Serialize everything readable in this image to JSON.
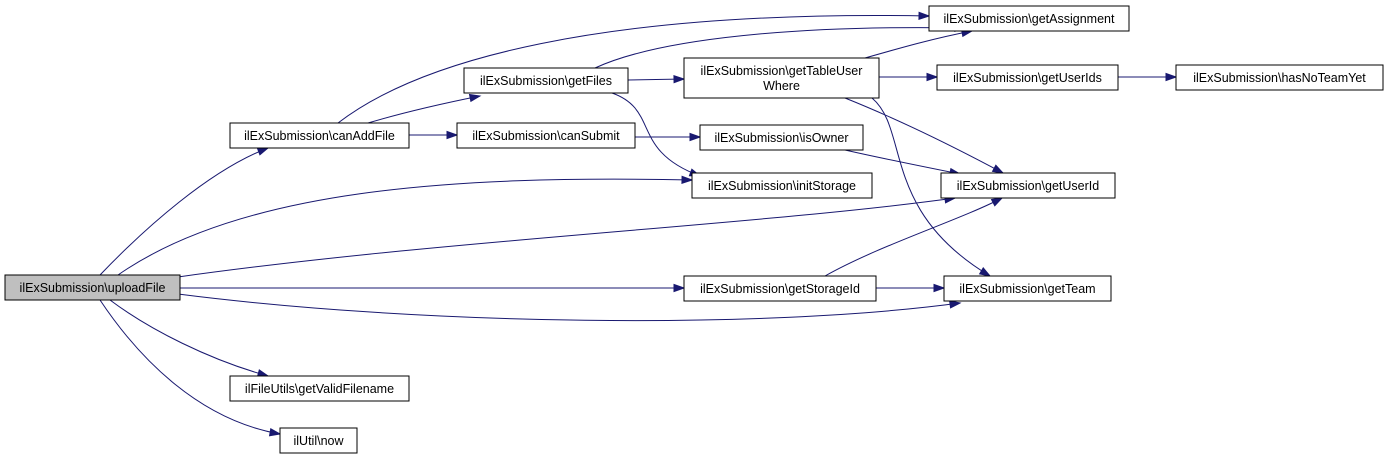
{
  "nodes": [
    {
      "id": "uploadFile",
      "lines": [
        "ilExSubmission\\uploadFile"
      ],
      "root": true
    },
    {
      "id": "canAddFile",
      "lines": [
        "ilExSubmission\\canAddFile"
      ]
    },
    {
      "id": "getFiles",
      "lines": [
        "ilExSubmission\\getFiles"
      ]
    },
    {
      "id": "canSubmit",
      "lines": [
        "ilExSubmission\\canSubmit"
      ]
    },
    {
      "id": "getTableUserWhere",
      "lines": [
        "ilExSubmission\\getTableUser",
        "Where"
      ]
    },
    {
      "id": "getAssignment",
      "lines": [
        "ilExSubmission\\getAssignment"
      ]
    },
    {
      "id": "getUserIds",
      "lines": [
        "ilExSubmission\\getUserIds"
      ]
    },
    {
      "id": "hasNoTeamYet",
      "lines": [
        "ilExSubmission\\hasNoTeamYet"
      ]
    },
    {
      "id": "isOwner",
      "lines": [
        "ilExSubmission\\isOwner"
      ]
    },
    {
      "id": "initStorage",
      "lines": [
        "ilExSubmission\\initStorage"
      ]
    },
    {
      "id": "getUserId",
      "lines": [
        "ilExSubmission\\getUserId"
      ]
    },
    {
      "id": "getStorageId",
      "lines": [
        "ilExSubmission\\getStorageId"
      ]
    },
    {
      "id": "getTeam",
      "lines": [
        "ilExSubmission\\getTeam"
      ]
    },
    {
      "id": "getValidFilename",
      "lines": [
        "ilFileUtils\\getValidFilename"
      ]
    },
    {
      "id": "now",
      "lines": [
        "ilUtil\\now"
      ]
    }
  ],
  "edges": [
    {
      "from": "uploadFile",
      "to": "canAddFile"
    },
    {
      "from": "uploadFile",
      "to": "initStorage"
    },
    {
      "from": "uploadFile",
      "to": "getUserId"
    },
    {
      "from": "uploadFile",
      "to": "getStorageId"
    },
    {
      "from": "uploadFile",
      "to": "getTeam"
    },
    {
      "from": "uploadFile",
      "to": "getValidFilename"
    },
    {
      "from": "uploadFile",
      "to": "now"
    },
    {
      "from": "canAddFile",
      "to": "getAssignment"
    },
    {
      "from": "canAddFile",
      "to": "getFiles"
    },
    {
      "from": "canAddFile",
      "to": "canSubmit"
    },
    {
      "from": "getFiles",
      "to": "getAssignment"
    },
    {
      "from": "getFiles",
      "to": "getTableUserWhere"
    },
    {
      "from": "getFiles",
      "to": "initStorage"
    },
    {
      "from": "canSubmit",
      "to": "isOwner"
    },
    {
      "from": "getTableUserWhere",
      "to": "getAssignment"
    },
    {
      "from": "getTableUserWhere",
      "to": "getUserIds"
    },
    {
      "from": "getTableUserWhere",
      "to": "getUserId"
    },
    {
      "from": "getTableUserWhere",
      "to": "getTeam"
    },
    {
      "from": "getUserIds",
      "to": "hasNoTeamYet"
    },
    {
      "from": "isOwner",
      "to": "getUserId"
    },
    {
      "from": "getStorageId",
      "to": "getUserId"
    },
    {
      "from": "getStorageId",
      "to": "getTeam"
    }
  ]
}
